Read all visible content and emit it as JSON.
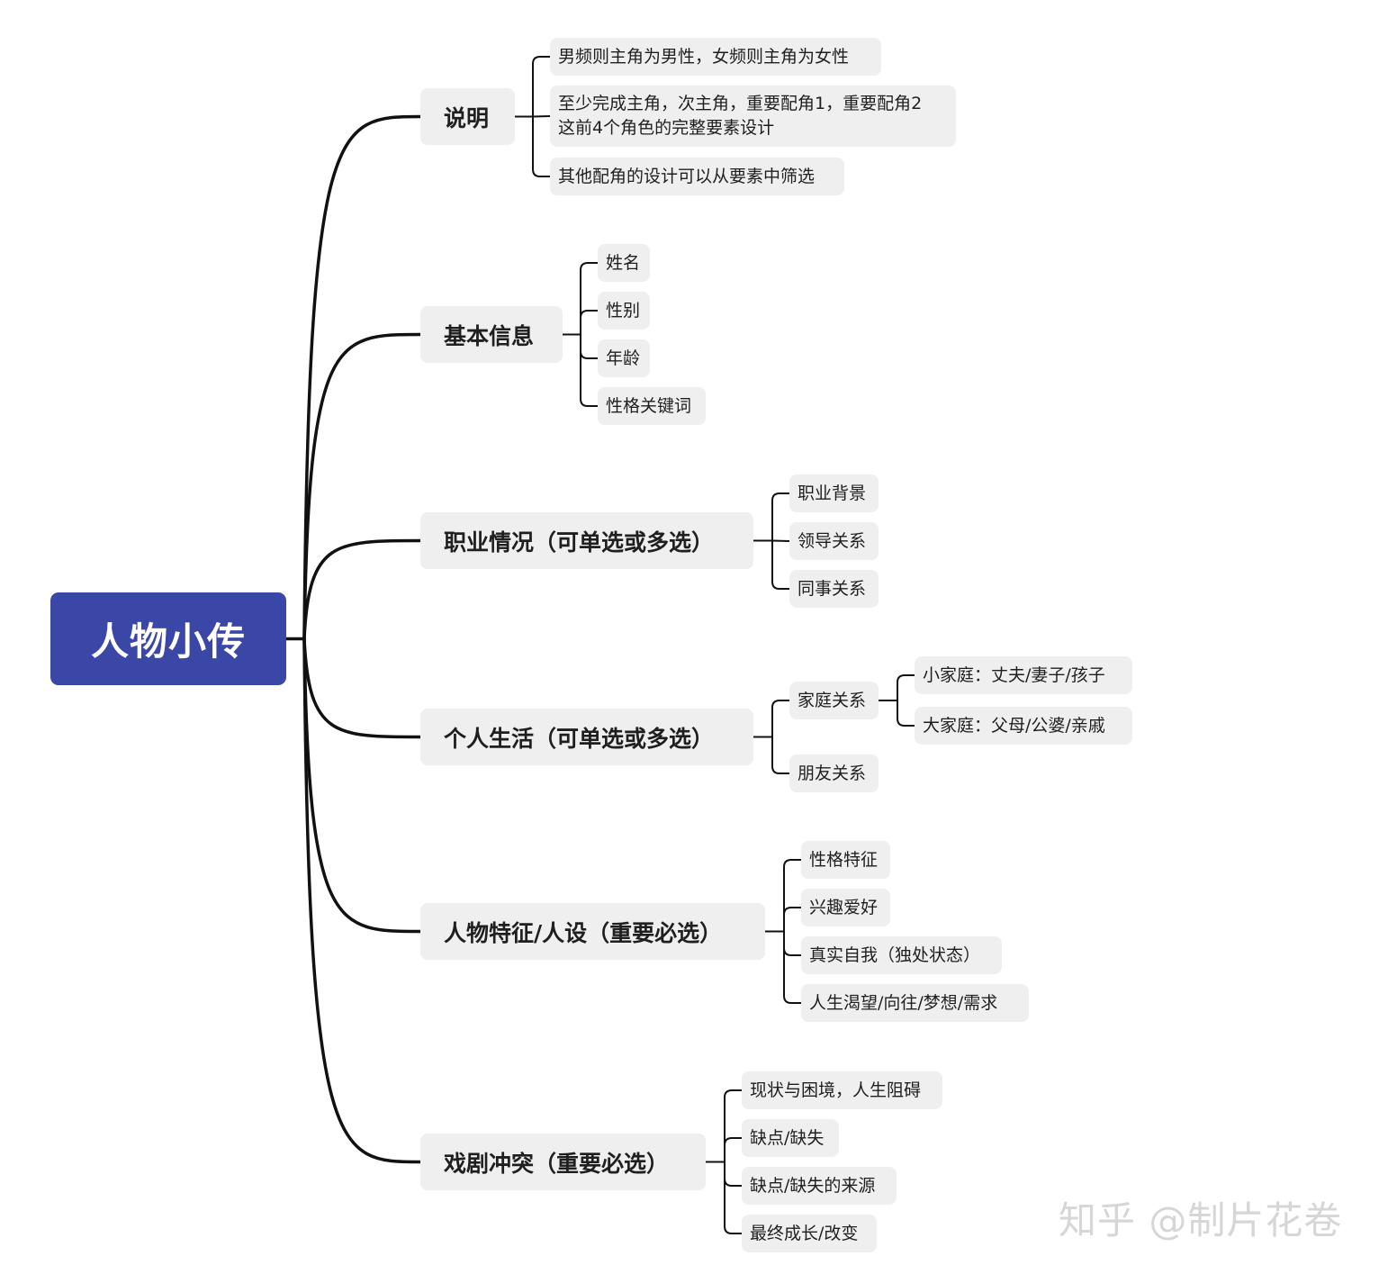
{
  "root": "人物小传",
  "branches": [
    {
      "label": "说明",
      "children": [
        {
          "label": "男频则主角为男性，女频则主角为女性"
        },
        {
          "lines": [
            "至少完成主角，次主角，重要配角1，重要配角2",
            "这前4个角色的完整要素设计"
          ]
        },
        {
          "label": "其他配角的设计可以从要素中筛选"
        }
      ]
    },
    {
      "label": "基本信息",
      "children": [
        {
          "label": "姓名"
        },
        {
          "label": "性别"
        },
        {
          "label": "年龄"
        },
        {
          "label": "性格关键词"
        }
      ]
    },
    {
      "label": "职业情况（可单选或多选）",
      "children": [
        {
          "label": "职业背景"
        },
        {
          "label": "领导关系"
        },
        {
          "label": "同事关系"
        }
      ]
    },
    {
      "label": "个人生活（可单选或多选）",
      "children": [
        {
          "label": "家庭关系",
          "children": [
            {
              "label": "小家庭：丈夫/妻子/孩子"
            },
            {
              "label": "大家庭：父母/公婆/亲戚"
            }
          ]
        },
        {
          "label": "朋友关系"
        }
      ]
    },
    {
      "label": "人物特征/人设（重要必选）",
      "children": [
        {
          "label": "性格特征"
        },
        {
          "label": "兴趣爱好"
        },
        {
          "label": "真实自我（独处状态）"
        },
        {
          "label": "人生渴望/向往/梦想/需求"
        }
      ]
    },
    {
      "label": "戏剧冲突（重要必选）",
      "children": [
        {
          "label": "现状与困境，人生阻碍"
        },
        {
          "label": "缺点/缺失"
        },
        {
          "label": "缺点/缺失的来源"
        },
        {
          "label": "最终成长/改变"
        }
      ]
    }
  ],
  "watermark": "知乎 @制片花卷",
  "colors": {
    "root_bg": "#3a47a6",
    "node_bg": "#efefef",
    "line": "#111111",
    "watermark": "#d6d6d6"
  }
}
